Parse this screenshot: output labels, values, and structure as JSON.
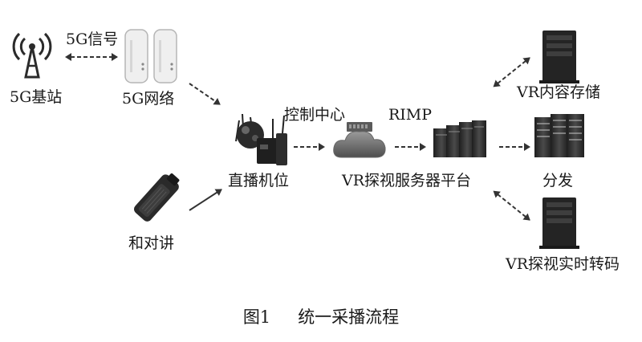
{
  "nodes": {
    "base_station": "5G基站",
    "signal": "5G信号",
    "network": "5G网络",
    "control_center": "控制中心",
    "rimp": "RIMP",
    "live_position": "直播机位",
    "walkie_talkie": "和对讲",
    "server_platform": "VR探视服务器平台",
    "storage": "VR内容存储",
    "distribution": "分发",
    "transcode": "VR探视实时转码"
  },
  "caption": {
    "number": "图1",
    "title": "统一采播流程"
  },
  "colors": {
    "ink": "#1a1a1a",
    "device_dark": "#2b2b2b",
    "device_light": "#e9e9e9",
    "arrow": "#333333"
  }
}
